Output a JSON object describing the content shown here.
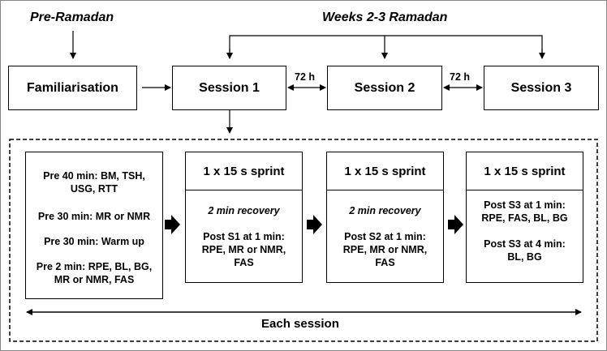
{
  "headers": {
    "pre_ramadan": "Pre-Ramadan",
    "weeks_ramadan": "Weeks 2-3 Ramadan"
  },
  "top_boxes": {
    "familiarisation": "Familiarisation",
    "session1": "Session 1",
    "session2": "Session 2",
    "session3": "Session 3"
  },
  "interval_label": "72 h",
  "pre_box": {
    "line1": "Pre 40 min: BM, TSH,",
    "line2": "USG, RTT",
    "line3": "Pre 30 min: MR or NMR",
    "line4": "Pre 30 min: Warm up",
    "line5": "Pre 2 min: RPE, BL, BG,",
    "line6": "MR or NMR, FAS"
  },
  "sprint_label": "1 x 15 s sprint",
  "sprint1": {
    "recovery": "2 min recovery",
    "post_line1": "Post S1 at 1 min:",
    "post_line2": "RPE, MR or NMR,",
    "post_line3": "FAS"
  },
  "sprint2": {
    "recovery": "2 min recovery",
    "post_line1": "Post S2 at 1 min:",
    "post_line2": "RPE, MR or NMR,",
    "post_line3": "FAS"
  },
  "sprint3": {
    "post1_line1": "Post S3 at 1 min:",
    "post1_line2": "RPE, FAS, BL, BG",
    "post2_line1": "Post S3 at 4 min:",
    "post2_line2": "BL, BG"
  },
  "footer": "Each session",
  "colors": {
    "stroke": "#000000",
    "background": "#ffffff",
    "frame": "#888888"
  }
}
